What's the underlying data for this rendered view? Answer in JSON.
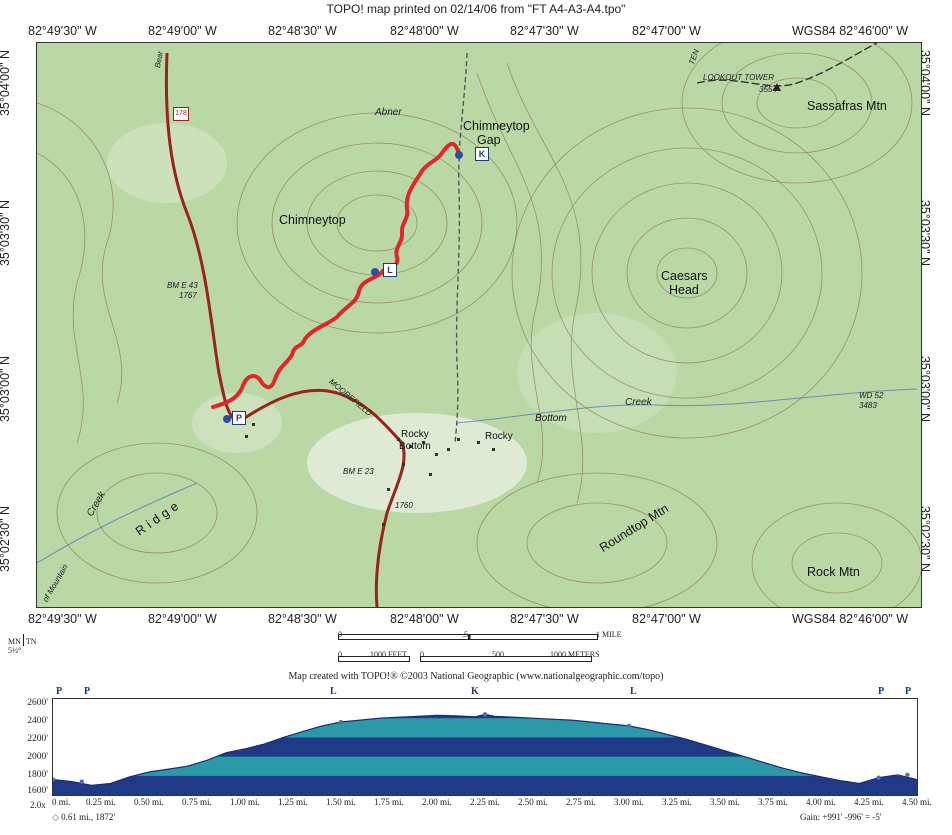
{
  "header": {
    "title": "TOPO! map printed on 02/14/06 from \"FT A4-A3-A4.tpo\""
  },
  "top_coords": [
    "82°49'30\" W",
    "82°49'00\" W",
    "82°48'30\" W",
    "82°48'00\" W",
    "82°47'30\" W",
    "82°47'00\" W",
    "WGS84 82°46'00\" W"
  ],
  "bottom_coords": [
    "82°49'30\" W",
    "82°49'00\" W",
    "82°48'30\" W",
    "82°48'00\" W",
    "82°47'30\" W",
    "82°47'00\" W",
    "WGS84 82°46'00\" W"
  ],
  "lat_labels": [
    "35°04'00\" N",
    "35°03'30\" N",
    "35°03'00\" N",
    "35°02'30\" N"
  ],
  "places": {
    "chimneytop_gap_1": "Chimneytop",
    "chimneytop_gap_2": "Gap",
    "chimneytop": "Chimneytop",
    "caesars_head_1": "Caesars",
    "caesars_head_2": "Head",
    "sassafras": "Sassafras Mtn",
    "lookout": "LOOKOUT TOWER",
    "lookout_elev": "3554",
    "rocky_1": "Rocky",
    "rocky_2": "Bottom",
    "rocky_3": "Rocky",
    "bottom": "Bottom",
    "roundtop": "Roundtop  Mtn",
    "rock_mtn": "Rock Mtn",
    "ridge": "Ridge",
    "creek_left": "Creek",
    "creek_right": "Creek",
    "abner": "Abner",
    "moorefield": "MOOREFIELD",
    "bm_e43": "BM E 43",
    "bm_e43_elev": "1767",
    "bm_e23": "BM E 23",
    "elev_1760": "1760",
    "wd52": "WD 52",
    "wd52_elev": "3483",
    "route_178": "178",
    "bear": "Bear",
    "ten": "TEN",
    "mountain": "of Mountain"
  },
  "waypoints": {
    "K": "K",
    "L": "L",
    "P": "P"
  },
  "north": {
    "mn": "MN",
    "tn": "TN",
    "declination": "5½°"
  },
  "scale": {
    "mile0": "0",
    "mile_half": ".5",
    "mile1": "1 MILE",
    "feet0": "0",
    "feet": "1000 FEET",
    "m0": "0",
    "m500": "500",
    "meters": "1000 METERS"
  },
  "credit": "Map created with TOPO!® ©2003 National Geographic (www.nationalgeographic.com/topo)",
  "profile": {
    "y_ticks": [
      "2600'",
      "2400'",
      "2200'",
      "2000'",
      "1800'",
      "1600'"
    ],
    "x_ticks": [
      "0 mi.",
      "0.25 mi.",
      "0.50 mi.",
      "0.75 mi.",
      "1.00 mi.",
      "1.25 mi.",
      "1.50 mi.",
      "1.75 mi.",
      "2.00 mi.",
      "2.25 mi.",
      "2.50 mi.",
      "2.75 mi.",
      "3.00 mi.",
      "3.25 mi.",
      "3.50 mi.",
      "3.75 mi.",
      "4.00 mi.",
      "4.25 mi.",
      "4.50 mi."
    ],
    "vex": "2.0x",
    "cursor": "0.61 mi., 1872'",
    "gain": "Gain: +991' -996' = -5'",
    "markers": [
      "P",
      "P",
      "L",
      "K",
      "L",
      "P",
      "P"
    ],
    "marker_miles": [
      0,
      0.15,
      1.5,
      2.25,
      3.0,
      4.3,
      4.45
    ],
    "elevation_miles": [
      0,
      0.1,
      0.2,
      0.3,
      0.4,
      0.5,
      0.61,
      0.7,
      0.8,
      0.9,
      1.0,
      1.1,
      1.2,
      1.3,
      1.4,
      1.5,
      1.6,
      1.7,
      1.8,
      1.9,
      2.0,
      2.1,
      2.2,
      2.25,
      2.3,
      2.4,
      2.5,
      2.6,
      2.7,
      2.8,
      2.9,
      3.0,
      3.1,
      3.2,
      3.3,
      3.4,
      3.5,
      3.6,
      3.7,
      3.8,
      3.9,
      4.0,
      4.1,
      4.2,
      4.3,
      4.4,
      4.5
    ],
    "elevation_ft": [
      1760,
      1740,
      1700,
      1720,
      1790,
      1840,
      1872,
      1900,
      1960,
      2040,
      2080,
      2130,
      2200,
      2260,
      2320,
      2360,
      2380,
      2400,
      2410,
      2420,
      2430,
      2425,
      2415,
      2440,
      2420,
      2410,
      2400,
      2390,
      2380,
      2360,
      2340,
      2320,
      2280,
      2230,
      2180,
      2120,
      2060,
      2000,
      1940,
      1880,
      1830,
      1790,
      1750,
      1720,
      1780,
      1810,
      1760
    ],
    "y_min": 1600,
    "y_max": 2600,
    "x_max": 4.5
  }
}
